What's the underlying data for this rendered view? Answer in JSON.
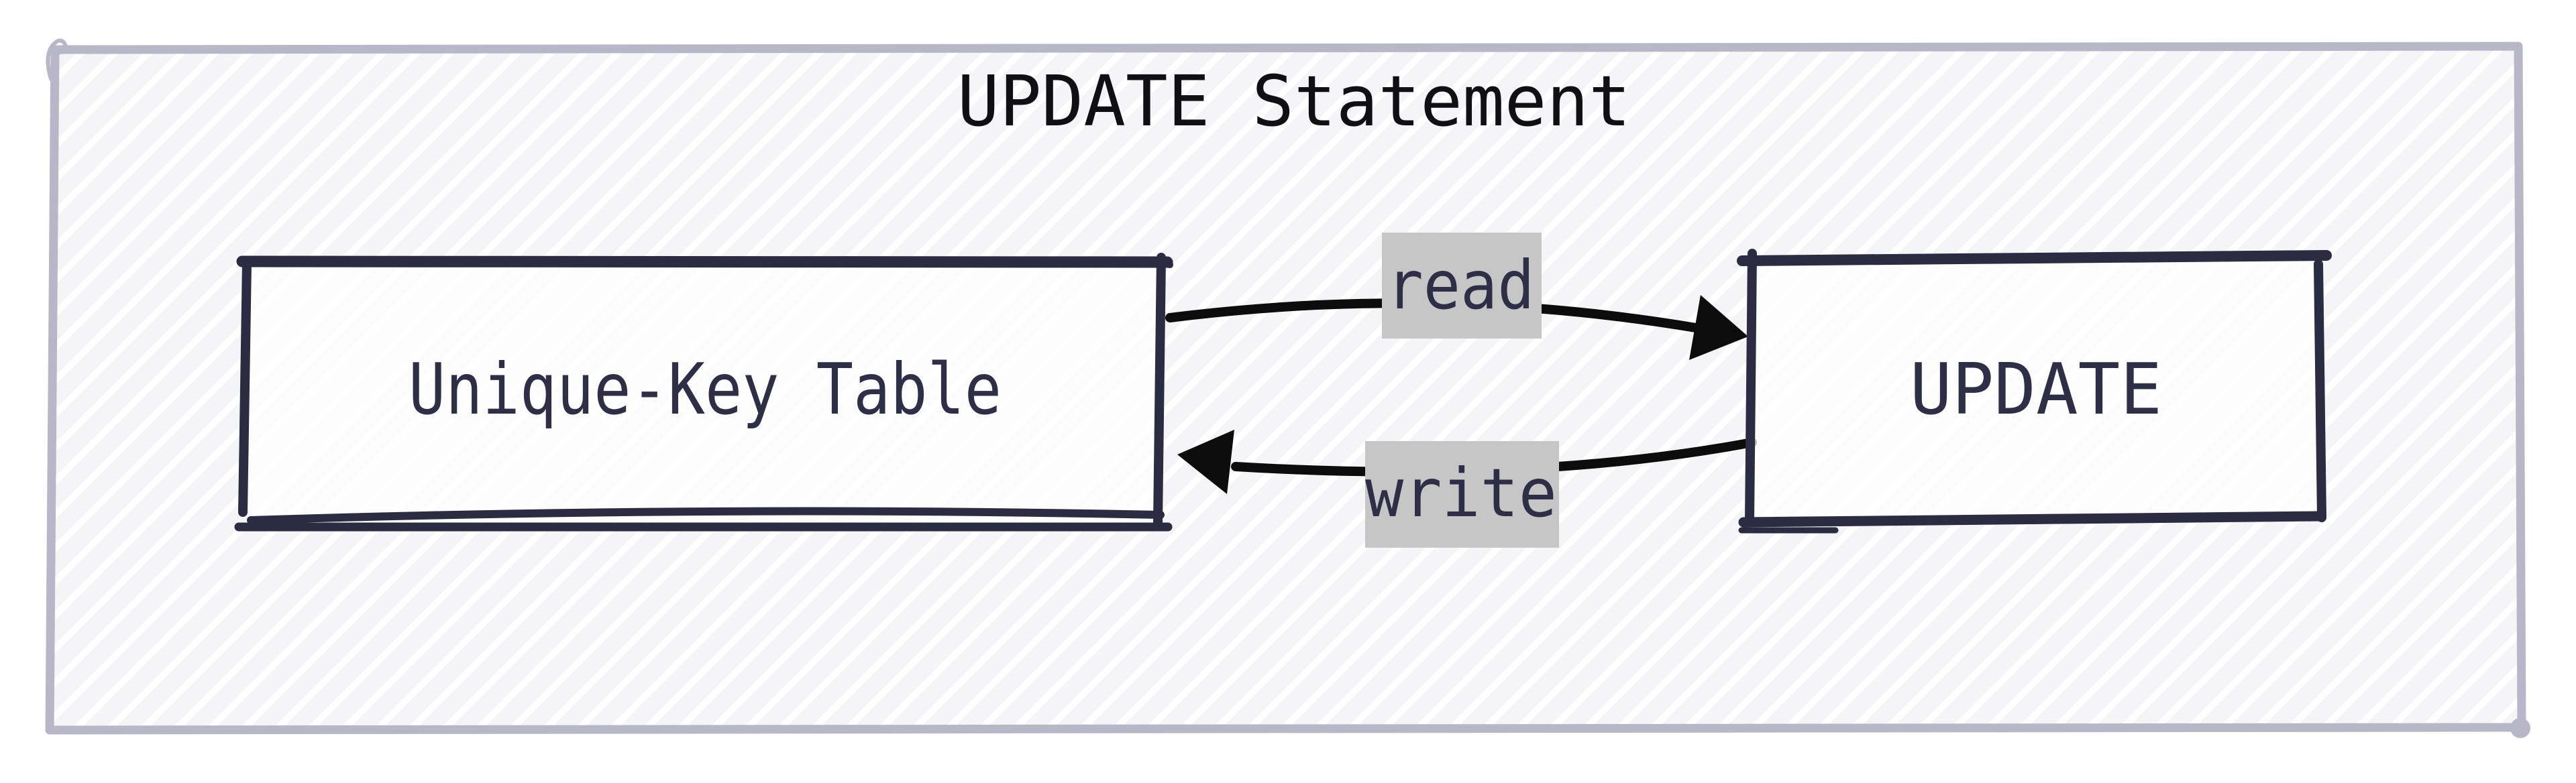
{
  "title": "UPDATE Statement",
  "nodes": [
    {
      "id": "unique-key-table",
      "label": "Unique-Key Table"
    },
    {
      "id": "update",
      "label": "UPDATE"
    }
  ],
  "edges": [
    {
      "from": "unique-key-table",
      "to": "update",
      "label": "read"
    },
    {
      "from": "update",
      "to": "unique-key-table",
      "label": "write"
    }
  ],
  "colors": {
    "canvas": "#ffffff",
    "frame_border": "#b7b7c7",
    "hatch_stripe": "#f5f5f8",
    "hatch_gap": "#ffffff",
    "node_border": "#2b2b41",
    "node_fill": "#ffffff",
    "node_text": "#2e2e47",
    "title_text": "#0f0f14",
    "arrow": "#0c0c0c",
    "edge_label_bg": "#c6c6c6"
  }
}
